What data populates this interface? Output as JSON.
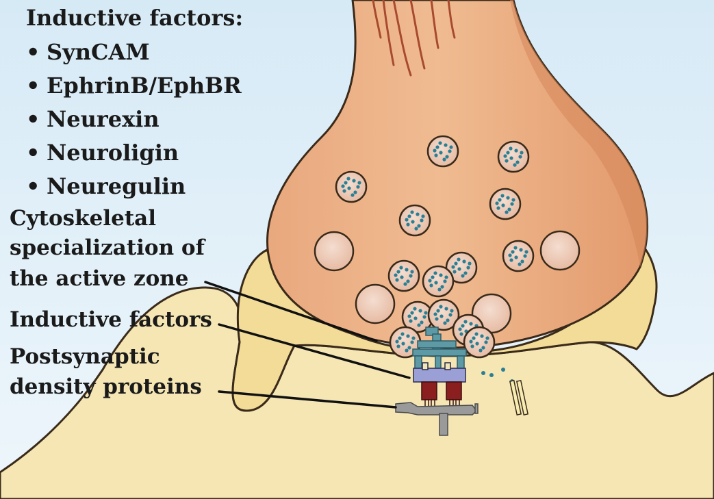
{
  "inductive_list": {
    "heading": "Inductive factors:",
    "items": [
      "SynCAM",
      "EphrinB/EphBR",
      "Neurexin",
      "Neuroligin",
      "Neuregulin"
    ]
  },
  "callouts": {
    "cytoskeletal": [
      "Cytoskeletal",
      "specialization of",
      "the active zone"
    ],
    "inductive": "Inductive factors",
    "postsynaptic": [
      "Postsynaptic",
      "density proteins"
    ]
  },
  "colors": {
    "background": "#dcedf7",
    "terminal": "#e8a57a",
    "postsynaptic": "#f3e4b0",
    "vesicle_dot": "#2a7f94"
  }
}
